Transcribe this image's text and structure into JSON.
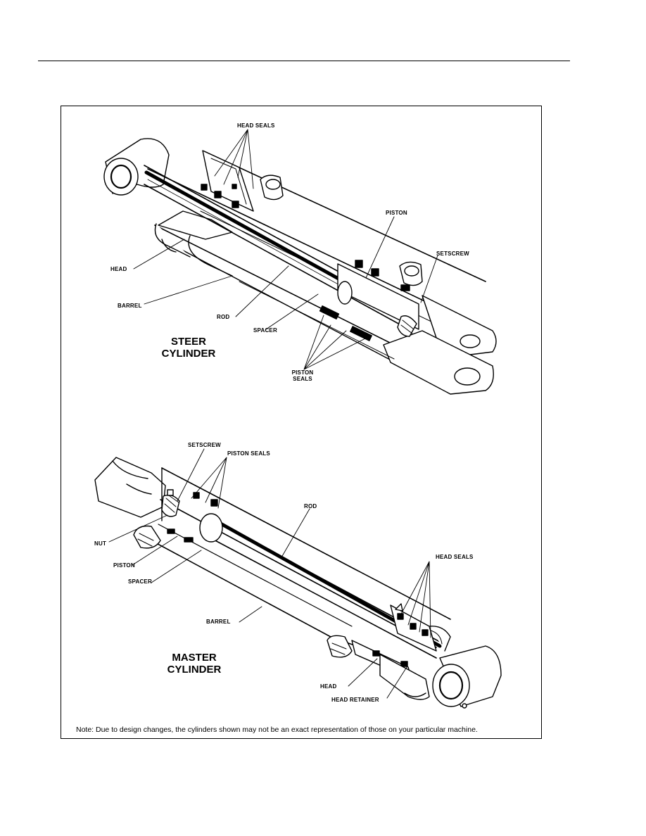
{
  "steer": {
    "title_line1": "STEER",
    "title_line2": "CYLINDER",
    "labels": {
      "head_seals": "HEAD SEALS",
      "piston": "PISTON",
      "setscrew": "SETSCREW",
      "head": "HEAD",
      "barrel": "BARREL",
      "rod": "ROD",
      "spacer": "SPACER",
      "piston_seals_1": "PISTON",
      "piston_seals_2": "SEALS"
    }
  },
  "master": {
    "title_line1": "MASTER",
    "title_line2": "CYLINDER",
    "labels": {
      "setscrew": "SETSCREW",
      "piston_seals": "PISTON SEALS",
      "rod": "ROD",
      "nut": "NUT",
      "piston": "PISTON",
      "spacer": "SPACER",
      "head_seals": "HEAD SEALS",
      "barrel": "BARREL",
      "head": "HEAD",
      "head_retainer": "HEAD RETAINER"
    }
  },
  "note": "Note: Due to design changes, the cylinders shown may not be an exact representation of those on your particular machine."
}
